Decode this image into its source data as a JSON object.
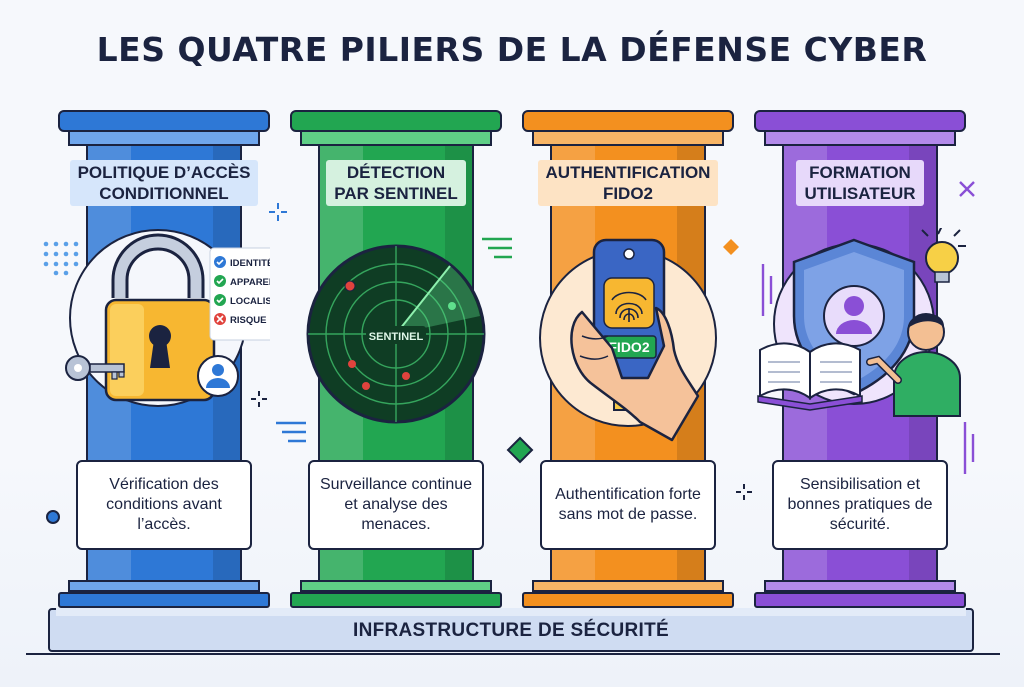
{
  "title": "LES QUATRE PILIERS DE LA DÉFENSE CYBER",
  "pillars": [
    {
      "title_line1": "POLITIQUE D’ACCÈS",
      "title_line2": "CONDITIONNEL",
      "description": "Vérification des conditions avant l’accès.",
      "color": "#2e78d6",
      "color_light": "#6fa6ec",
      "label_bg": "#d6e6fb",
      "checklist": [
        {
          "label": "IDENTITÉ",
          "status": "ok"
        },
        {
          "label": "APPAREIL",
          "status": "ok"
        },
        {
          "label": "LOCALISATION",
          "status": "ok"
        },
        {
          "label": "RISQUE",
          "status": "risk"
        }
      ]
    },
    {
      "title_line1": "DÉTECTION",
      "title_line2": "PAR SENTINEL",
      "description": "Surveillance continue et analyse des menaces.",
      "color": "#22a651",
      "color_light": "#5fcf86",
      "label_bg": "#d5f1df",
      "radar_label": "SENTINEL"
    },
    {
      "title_line1": "AUTHENTIFICATION",
      "title_line2": "FIDO2",
      "description": "Authentification forte sans mot de passe.",
      "color": "#f3901f",
      "color_light": "#f8b566",
      "label_bg": "#fde3c4",
      "key_label": "FIDO2"
    },
    {
      "title_line1": "FORMATION",
      "title_line2": "UTILISATEUR",
      "description": "Sensibilisation et bonnes pratiques de sécurité.",
      "color": "#8a4fd6",
      "color_light": "#b38aea",
      "label_bg": "#e7d9fa"
    }
  ],
  "base_label": "INFRASTRUCTURE DE SÉCURITÉ",
  "colors": {
    "outline": "#1b2340",
    "accent_green": "#22a651",
    "risk_red": "#e0433d"
  }
}
